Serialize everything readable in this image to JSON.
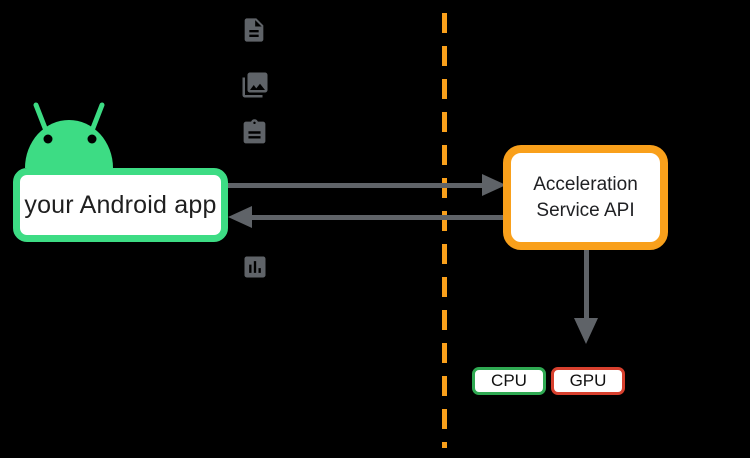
{
  "diagram": {
    "app_box": {
      "label": "your Android app"
    },
    "api_box": {
      "label_line1": "Acceleration",
      "label_line2": "Service API"
    },
    "chips": {
      "cpu_label": "CPU",
      "gpu_label": "GPU"
    },
    "icons": [
      "android-robot-icon",
      "document-icon",
      "photo-library-icon",
      "clipboard-icon",
      "bar-chart-icon"
    ],
    "colors": {
      "android_green": "#3DDC84",
      "cpu_green": "#2FA952",
      "orange": "#F9A01B",
      "gpu_red": "#D7402E",
      "arrow_gray": "#5F6368",
      "icon_gray": "#5F6368",
      "background": "#000000"
    }
  }
}
